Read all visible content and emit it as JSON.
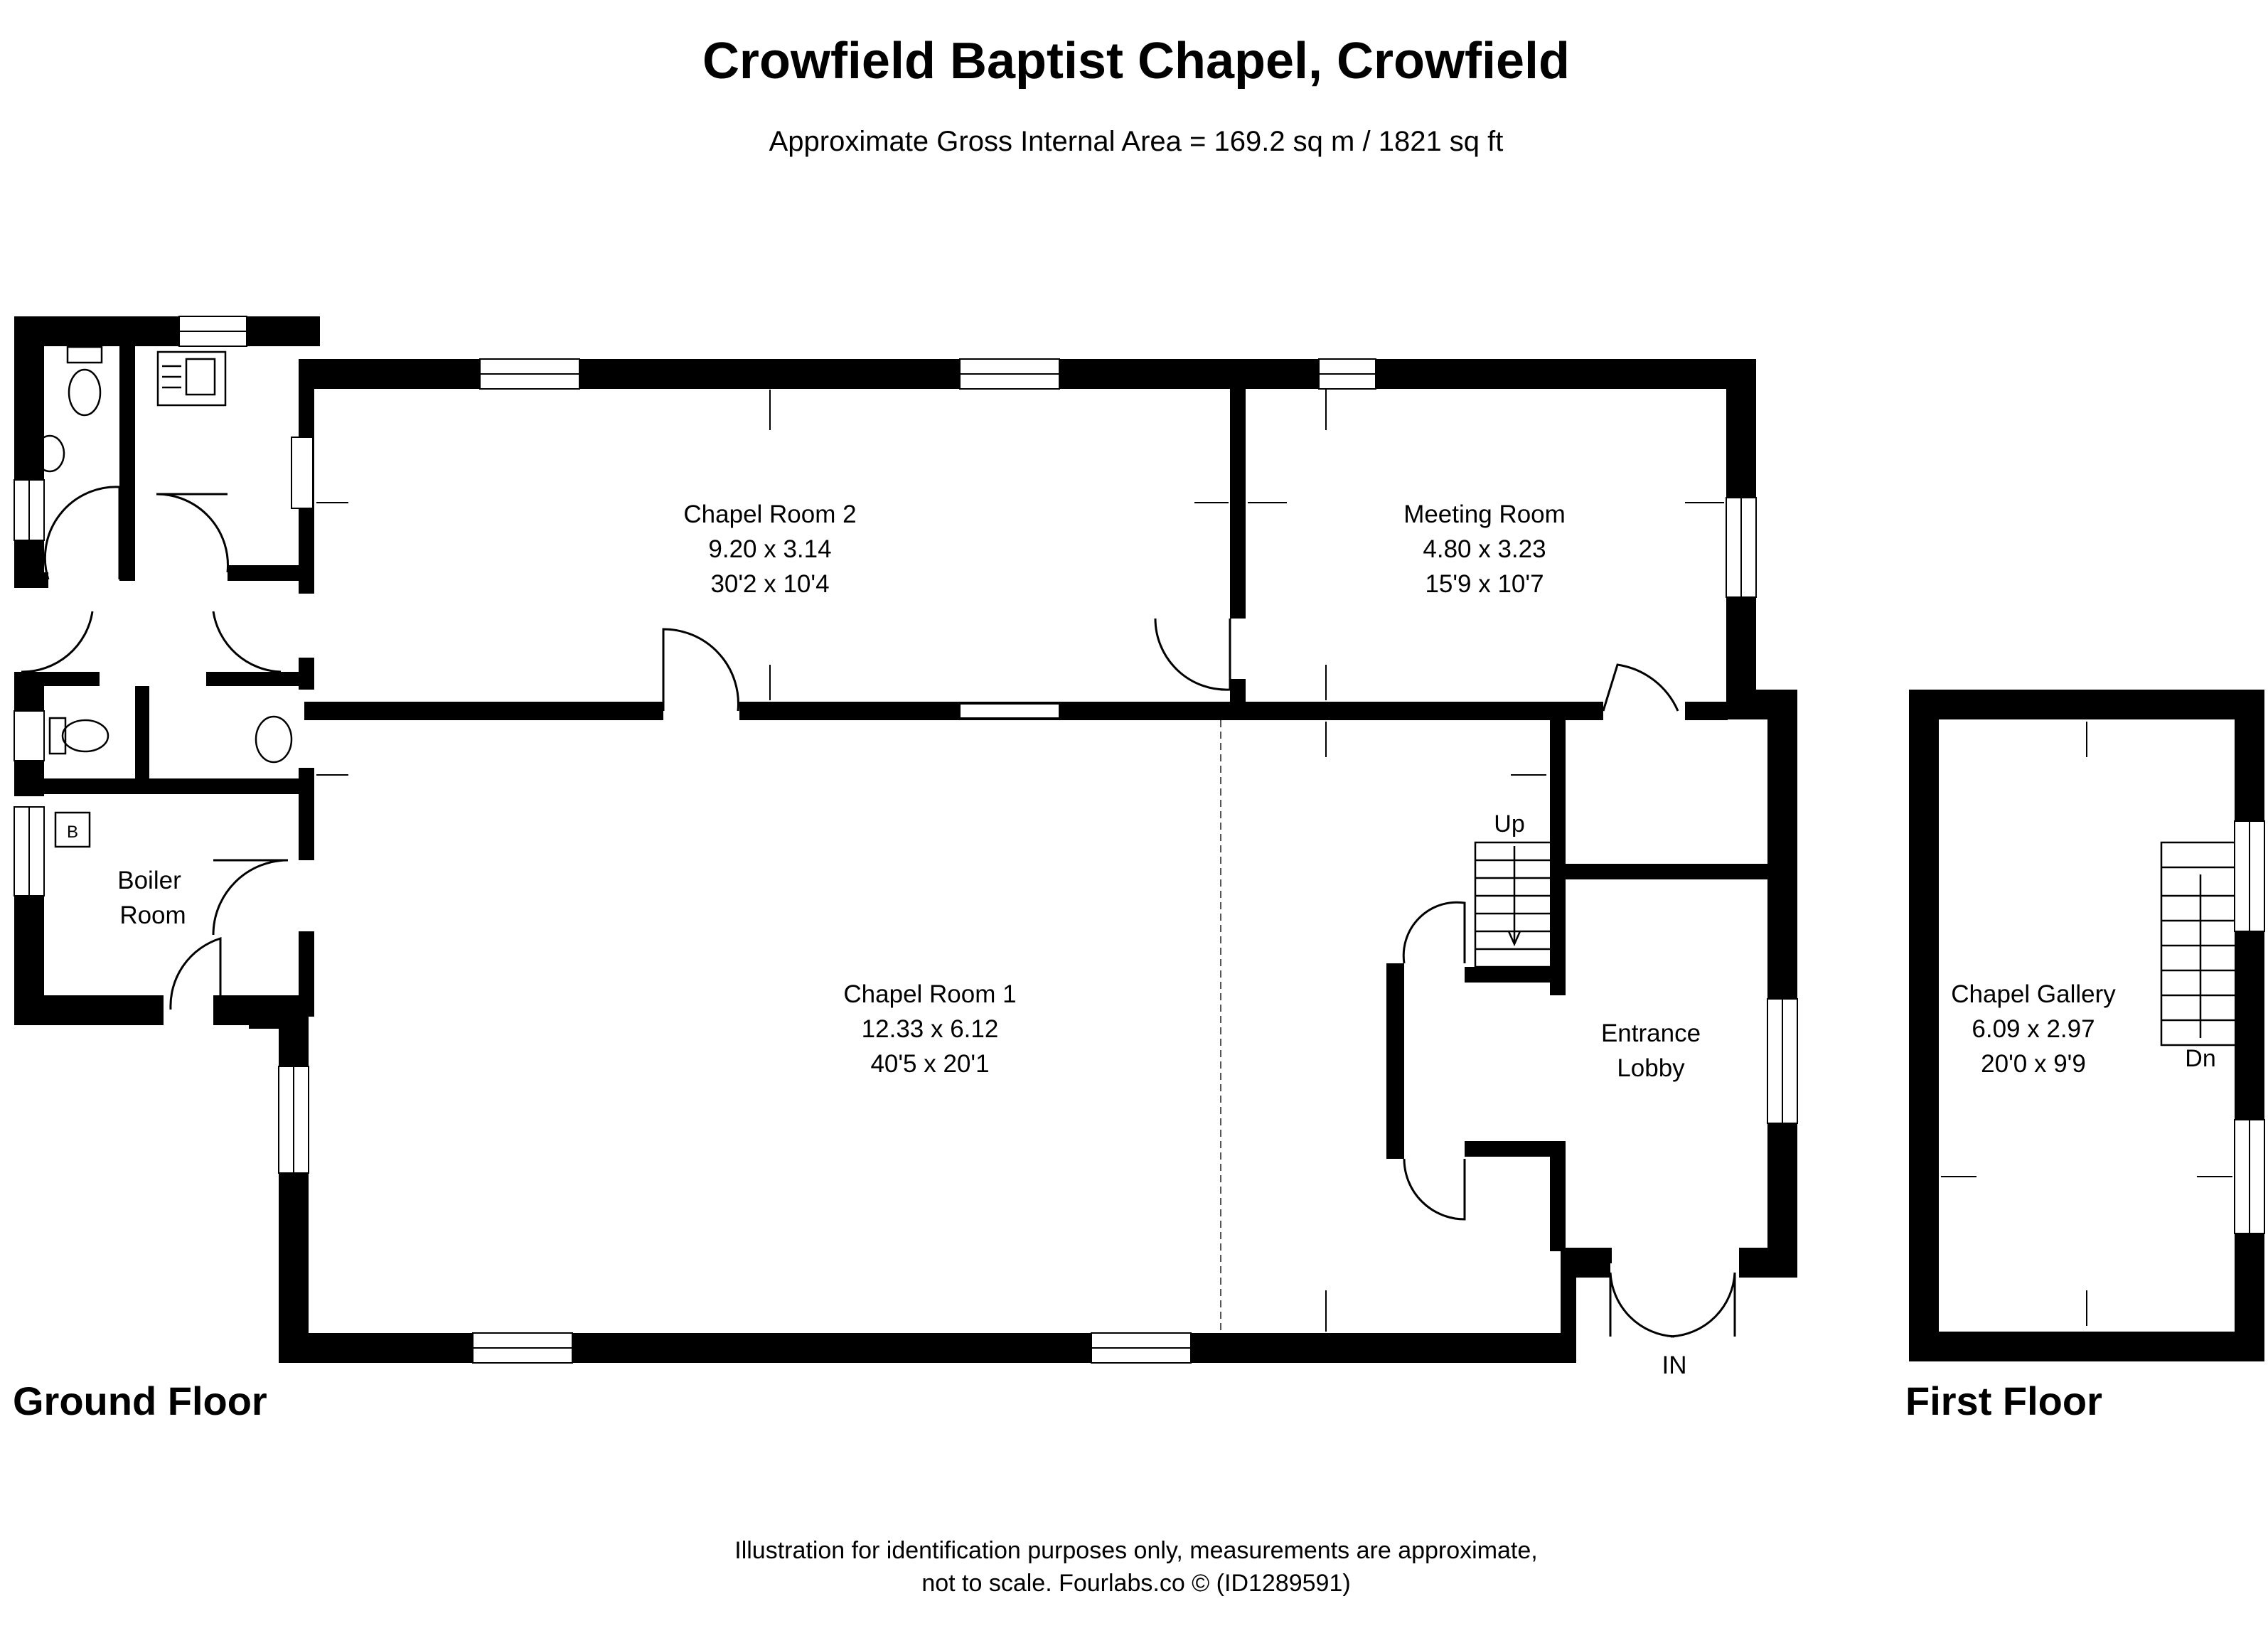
{
  "title": "Crowfield Baptist Chapel, Crowfield",
  "subtitle": "Approximate Gross Internal Area = 169.2 sq m / 1821 sq ft",
  "floors": {
    "ground": "Ground Floor",
    "first": "First Floor"
  },
  "rooms": {
    "chapel_room_2": {
      "name": "Chapel Room 2",
      "metric": "9.20 x 3.14",
      "imperial": "30'2 x 10'4"
    },
    "meeting_room": {
      "name": "Meeting Room",
      "metric": "4.80 x 3.23",
      "imperial": "15'9 x 10'7"
    },
    "chapel_room_1": {
      "name": "Chapel Room 1",
      "metric": "12.33 x 6.12",
      "imperial": "40'5 x 20'1"
    },
    "boiler_room": {
      "name_line1": "Boiler",
      "name_line2": "Room",
      "boiler_symbol": "B"
    },
    "entrance_lobby": {
      "name_line1": "Entrance",
      "name_line2": "Lobby"
    },
    "chapel_gallery": {
      "name": "Chapel Gallery",
      "metric": "6.09 x 2.97",
      "imperial": "20'0 x 9'9"
    }
  },
  "labels": {
    "up": "Up",
    "dn": "Dn",
    "entry": "IN"
  },
  "footer": {
    "line1": "Illustration for identification purposes only, measurements are approximate,",
    "line2": "not to scale. Fourlabs.co © (ID1289591)"
  }
}
